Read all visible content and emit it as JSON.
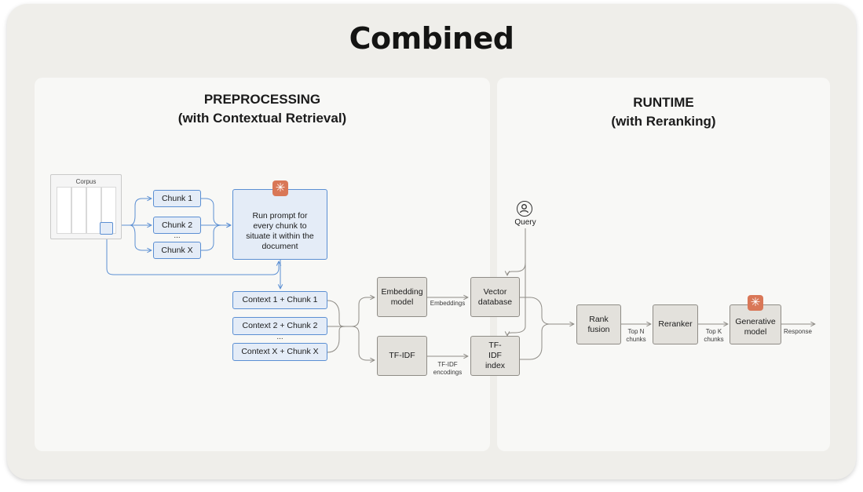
{
  "title": "Combined",
  "preprocessing": {
    "title_line1": "PREPROCESSING",
    "title_line2": "(with Contextual Retrieval)",
    "corpus_label": "Corpus",
    "chunks": [
      "Chunk 1",
      "Chunk 2",
      "...",
      "Chunk X"
    ],
    "prompt_box": "Run prompt for every chunk to situate it within the document",
    "contexts": [
      "Context 1 + Chunk 1",
      "Context 2 + Chunk 2",
      "...",
      "Context X + Chunk X"
    ],
    "embedding_model": "Embedding model",
    "embeddings_label": "Embeddings",
    "tfidf": "TF-IDF",
    "tfidf_encodings_label": "TF-IDF encodings",
    "vector_database": "Vector database",
    "tfidf_index": "TF-IDF index"
  },
  "runtime": {
    "title_line1": "RUNTIME",
    "title_line2": "(with Reranking)",
    "query_label": "Query",
    "rank_fusion": "Rank fusion",
    "top_n_label": "Top N chunks",
    "reranker": "Reranker",
    "top_k_label": "Top K chunks",
    "generative_model": "Generative model",
    "response_label": "Response"
  },
  "colors": {
    "background": "#efeeea",
    "panel": "#f8f8f6",
    "blue_fill": "#e4ecf7",
    "blue_stroke": "#5b8fd3",
    "gray_fill": "#e3e1dc",
    "gray_stroke": "#8f8c86",
    "claude_accent": "#d97757"
  },
  "icons": [
    "claude-sparkle-icon",
    "user-icon",
    "document-icon"
  ]
}
